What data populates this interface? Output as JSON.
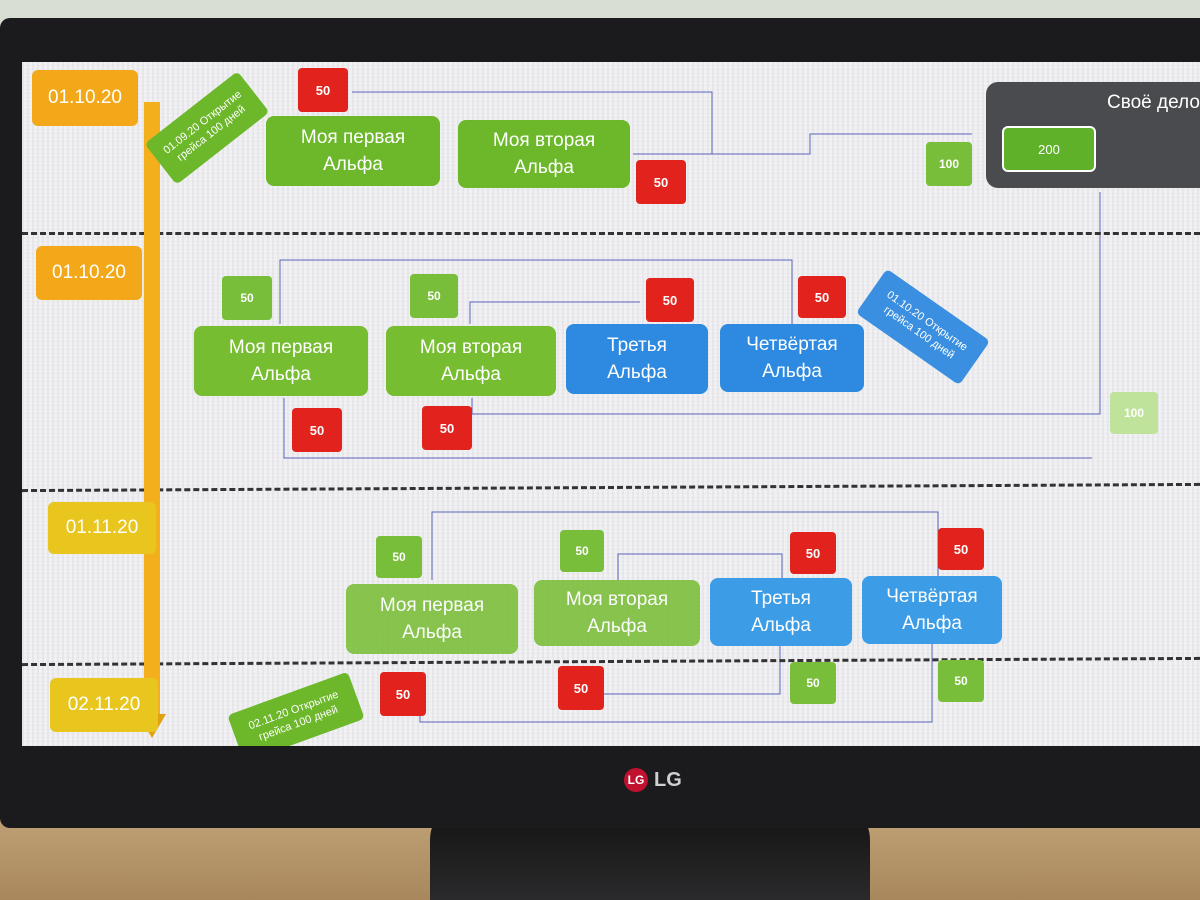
{
  "brand": {
    "logo_mark": "LG",
    "logo_text": "LG"
  },
  "dates": {
    "d1": "01.10.20",
    "d2": "01.10.20",
    "d3": "01.11.20",
    "d4": "02.11.20"
  },
  "tags": {
    "t1": "01.09.20 Открытие\nгрейса 100 дней",
    "t2": "01.10.20 Открытие\nгрейса 100 дней",
    "t3": "02.11.20 Открытие\nгрейса 100 дней"
  },
  "own_business": {
    "title": "Своё дело",
    "amount": "200",
    "incoming": "100"
  },
  "row1": {
    "card1": "Моя первая\nАльфа",
    "card2": "Моя вторая\nАльфа",
    "red_top": "50",
    "red_bottom": "50"
  },
  "row2": {
    "card1": "Моя первая\nАльфа",
    "card2": "Моя вторая\nАльфа",
    "card3": "Третья\nАльфа",
    "card4": "Четвёртая\nАльфа",
    "green1": "50",
    "green2": "50",
    "red1": "50",
    "red2": "50",
    "red3": "50",
    "red4": "50",
    "green_right": "100"
  },
  "row3": {
    "card1": "Моя первая\nАльфа",
    "card2": "Моя вторая\nАльфа",
    "card3": "Третья\nАльфа",
    "card4": "Четвёртая\nАльфа",
    "green1": "50",
    "green2": "50",
    "green3": "50",
    "green4": "50",
    "red1": "50",
    "red2": "50",
    "red3": "50",
    "red4": "50"
  }
}
